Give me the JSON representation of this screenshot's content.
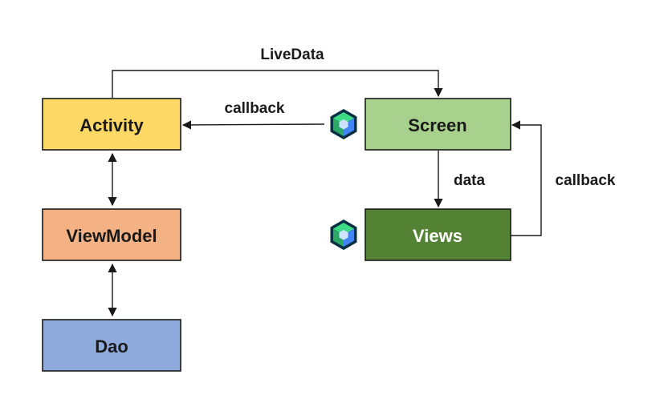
{
  "nodes": {
    "activity": {
      "label": "Activity",
      "fill": "#FFD966",
      "text_color": "#1a1a1a"
    },
    "viewmodel": {
      "label": "ViewModel",
      "fill": "#F4B183",
      "text_color": "#1a1a1a"
    },
    "dao": {
      "label": "Dao",
      "fill": "#8FAADC",
      "text_color": "#1a1a1a"
    },
    "screen": {
      "label": "Screen",
      "fill": "#A9D18E",
      "text_color": "#1a1a1a"
    },
    "views": {
      "label": "Views",
      "fill": "#548235",
      "text_color": "#ffffff"
    }
  },
  "edges": {
    "livedata": {
      "label": "LiveData",
      "from": "Activity",
      "to": "Screen"
    },
    "callback_screen_activity": {
      "label": "callback",
      "from": "Screen",
      "to": "Activity"
    },
    "data": {
      "label": "data",
      "from": "Screen",
      "to": "Views"
    },
    "callback_views_screen": {
      "label": "callback",
      "from": "Views",
      "to": "Screen"
    },
    "activity_viewmodel": {
      "label": "",
      "from": "Activity",
      "to": "ViewModel",
      "bidirectional": true
    },
    "viewmodel_dao": {
      "label": "",
      "from": "ViewModel",
      "to": "Dao",
      "bidirectional": true
    }
  },
  "icons": {
    "screen_icon": "jetpack-compose-icon",
    "views_icon": "jetpack-compose-icon"
  },
  "colors": {
    "border": "#1a1a1a",
    "compose_dark": "#083042",
    "compose_green": "#3DDC84",
    "compose_blue": "#4285F4"
  }
}
